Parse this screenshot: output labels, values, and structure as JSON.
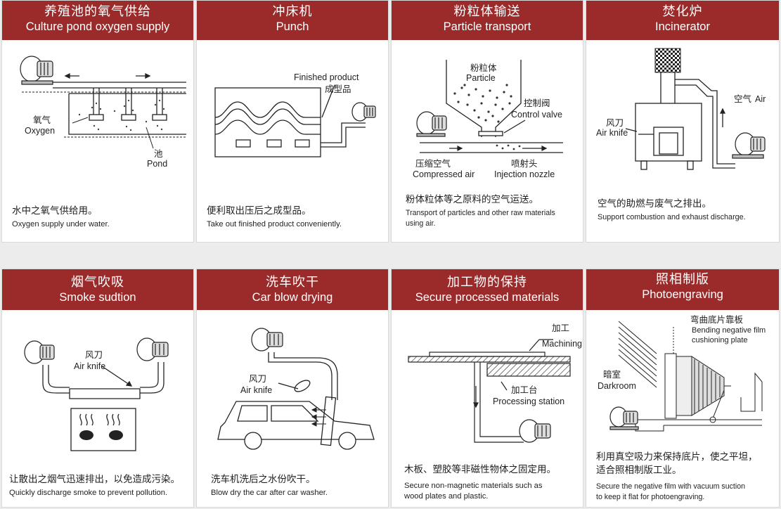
{
  "panels": [
    {
      "title_zh": "养殖池的氧气供给",
      "title_en": "Culture pond oxygen supply",
      "desc_zh": "水中之氧气供给用。",
      "desc_en": "Oxygen supply under water.",
      "labels": {
        "oxygen_zh": "氧气",
        "oxygen_en": "Oxygen",
        "pond_zh": "池",
        "pond_en": "Pond"
      }
    },
    {
      "title_zh": "冲床机",
      "title_en": "Punch",
      "desc_zh": "便利取出压后之成型品。",
      "desc_en": "Take out finished product conveniently.",
      "labels": {
        "product_en": "Finished product",
        "product_zh": "成型品"
      }
    },
    {
      "title_zh": "粉粒体输送",
      "title_en": "Particle transport",
      "desc_zh": "粉体粒体等之原料的空气运送。",
      "desc_en_1": "Transport of particles and other raw materials",
      "desc_en_2": "using air.",
      "labels": {
        "particle_zh": "粉粒体",
        "particle_en": "Particle",
        "valve_zh": "控制阀",
        "valve_en": "Control valve",
        "comp_zh": "压缩空气",
        "comp_en": "Compressed air",
        "nozzle_zh": "喷射头",
        "nozzle_en": "Injection nozzle"
      }
    },
    {
      "title_zh": "焚化炉",
      "title_en": "Incinerator",
      "desc_zh": "空气的助燃与废气之排出。",
      "desc_en": "Support combustion and exhaust discharge.",
      "labels": {
        "air_zh": "空气",
        "air_en": "Air",
        "knife_zh": "风刀",
        "knife_en": "Air knife"
      }
    },
    {
      "title_zh": "烟气吹吸",
      "title_en": "Smoke sudtion",
      "desc_zh": "让散出之烟气迅速排出，以免造成污染。",
      "desc_en": "Quickly discharge smoke to prevent pollution.",
      "labels": {
        "knife_zh": "风刀",
        "knife_en": "Air knife"
      }
    },
    {
      "title_zh": "洗车吹干",
      "title_en": "Car blow drying",
      "desc_zh": "洗车机洗后之水份吹干。",
      "desc_en": "Blow dry the car after car washer.",
      "labels": {
        "knife_zh": "风刀",
        "knife_en": "Air knife"
      }
    },
    {
      "title_zh": "加工物的保持",
      "title_en": "Secure processed materials",
      "desc_zh": "木板、塑胶等非磁性物体之固定用。",
      "desc_en_1": "Secure non-magnetic materials such as",
      "desc_en_2": "wood plates and plastic.",
      "labels": {
        "mach_zh": "加工",
        "mach_en": "Machining",
        "station_zh": "加工台",
        "station_en": "Processing station"
      }
    },
    {
      "title_zh": "照相制版",
      "title_en": "Photoengraving",
      "desc_zh_1": "利用真空吸力来保持底片，使之平坦，",
      "desc_zh_2": "适合照相制版工业。",
      "desc_en_1": "Secure the negative film with vacuum suction",
      "desc_en_2": "to keep it flat for photoengraving.",
      "labels": {
        "film_zh": "弯曲底片靠板",
        "film_en_1": "Bending negative film",
        "film_en_2": "cushioning plate",
        "dark_zh": "暗室",
        "dark_en": "Darkroom"
      }
    }
  ],
  "colors": {
    "header": "#9a2b2a",
    "panel_bg": "#ffffff",
    "page_bg": "#ececec"
  }
}
